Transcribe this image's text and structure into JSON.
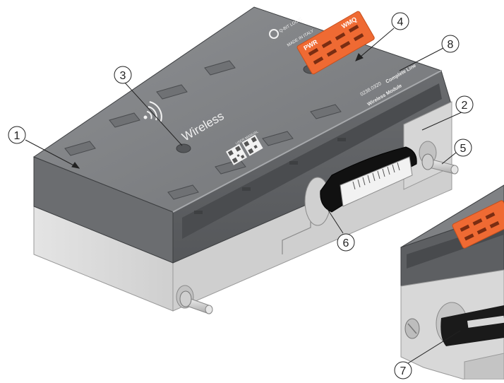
{
  "device": {
    "brand_logo": "Q-BIT LOGIC",
    "made_in": "MADE IN ITALY",
    "wireless_label": "Wireless",
    "led_labels": [
      "PWR",
      "WMQ"
    ],
    "part_number": "0238.0320",
    "product_line": "Complete Line",
    "module_name": "Wireless Module",
    "qr_label": "USER MANUAL"
  },
  "callouts": [
    {
      "id": "1",
      "label": "1"
    },
    {
      "id": "2",
      "label": "2"
    },
    {
      "id": "3",
      "label": "3"
    },
    {
      "id": "4",
      "label": "4"
    },
    {
      "id": "5",
      "label": "5"
    },
    {
      "id": "6",
      "label": "6"
    },
    {
      "id": "7",
      "label": "7"
    },
    {
      "id": "8",
      "label": "8"
    }
  ],
  "colors": {
    "top_face": "#7d7f82",
    "top_face_light": "#8c8e91",
    "side_dark": "#5e6063",
    "base_light": "#dcdcdc",
    "base_mid": "#c8c8c8",
    "led_panel": "#ef6a33",
    "connector": "#111111"
  }
}
